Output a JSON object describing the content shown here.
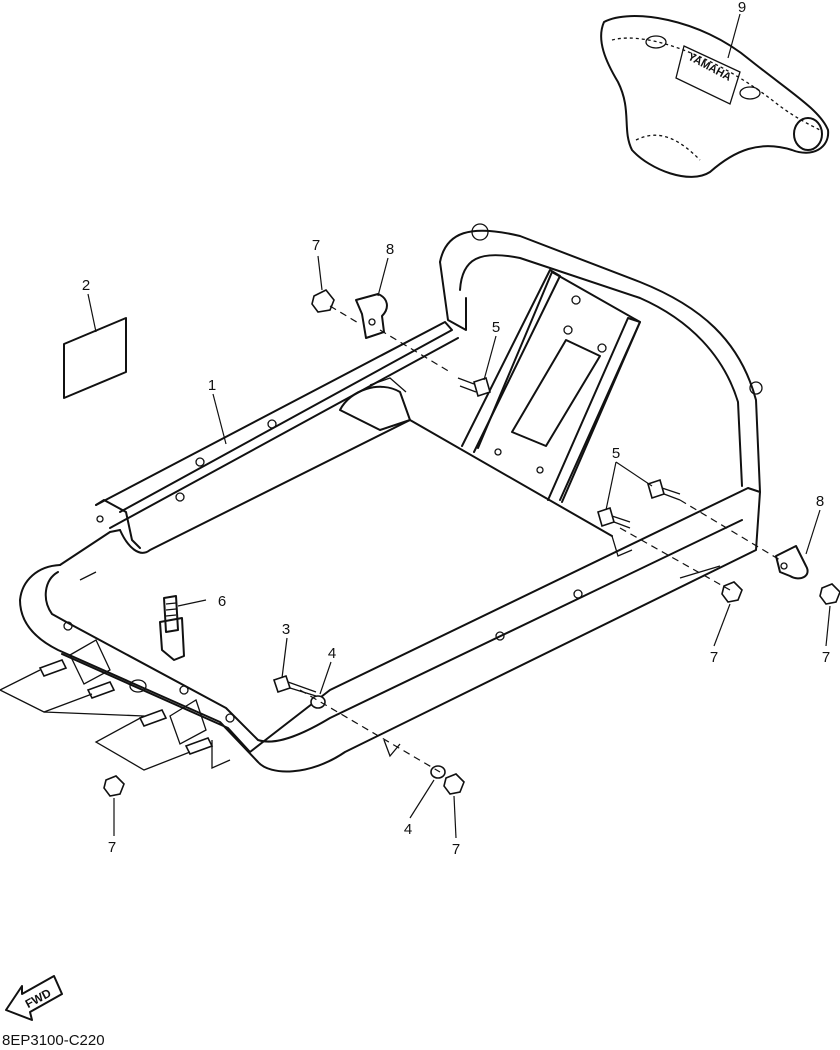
{
  "callouts": [
    {
      "id": "c1",
      "label": "1"
    },
    {
      "id": "c2",
      "label": "2"
    },
    {
      "id": "c3",
      "label": "3"
    },
    {
      "id": "c4a",
      "label": "4"
    },
    {
      "id": "c4b",
      "label": "4"
    },
    {
      "id": "c5a",
      "label": "5"
    },
    {
      "id": "c5b",
      "label": "5"
    },
    {
      "id": "c6",
      "label": "6"
    },
    {
      "id": "c7a",
      "label": "7"
    },
    {
      "id": "c7b",
      "label": "7"
    },
    {
      "id": "c7c",
      "label": "7"
    },
    {
      "id": "c7d",
      "label": "7"
    },
    {
      "id": "c7e",
      "label": "7"
    },
    {
      "id": "c8a",
      "label": "8"
    },
    {
      "id": "c8b",
      "label": "8"
    },
    {
      "id": "c9",
      "label": "9"
    }
  ],
  "badge_text": "YAMAHA",
  "fwd_label": "FWD",
  "part_code": "8EP3100-C220"
}
